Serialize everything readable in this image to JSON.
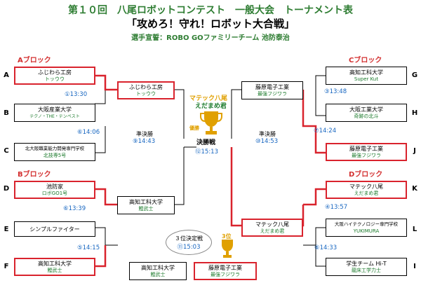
{
  "header": {
    "title": "第１０回　八尾ロボットコンテスト　一般大会　トーナメント表",
    "subtitle": "「攻めろ！守れ！ロボット大合戦」",
    "referee": "選手宣誓：ROBO GOファミリーチーム 池防泰治"
  },
  "blocks": {
    "a": "Aブロック",
    "b": "Bブロック",
    "c": "Cブロック",
    "d": "Dブロック"
  },
  "letters": [
    "A",
    "B",
    "C",
    "D",
    "E",
    "F",
    "G",
    "H",
    "I",
    "J",
    "K",
    "L"
  ],
  "teams": {
    "A": {
      "name": "ふじわら工房",
      "robot": "トッウウ"
    },
    "B": {
      "name": "大阪産業大学",
      "robot": "テクノ・THE・テンペスト"
    },
    "C": {
      "name": "北大阪職業能力開発専門学校",
      "robot": "北技専5号"
    },
    "D": {
      "name": "池防家",
      "robot": "ロボGO1号"
    },
    "E": {
      "name": "シンプルファイター",
      "robot": ""
    },
    "F": {
      "name": "高知工科大学",
      "robot": "鰹武士"
    },
    "G": {
      "name": "高知工科大学",
      "robot": "Super Kut"
    },
    "H": {
      "name": "大阪工業大学",
      "robot": "奇跡の北斗"
    },
    "I": {
      "name": "藤原電子工業",
      "robot": "最強フジワラ"
    },
    "K": {
      "name": "マテック八尾",
      "robot": "えだまめ君"
    },
    "L": {
      "name": "大阪ハイテクノロジー専門学校",
      "robot": "YUKIMURA"
    },
    "J": {
      "name": "学生チーム Hi-T",
      "robot": "龍床工学力士"
    }
  },
  "matches": {
    "m1": "①13:30",
    "m2": "⑥14:06",
    "m3": "⑥13:39",
    "m4": "⑤14:15",
    "m5": "③13:48",
    "m6": "⑦14:24",
    "m7": "④13:57",
    "m8": "⑥14:33",
    "semi_left": "⑨14:43",
    "semi_right": "⑩14:53",
    "final": "⑫15:13",
    "third": "⑪15:03"
  },
  "winners": {
    "a_block": {
      "name": "ふじわら工房",
      "robot": "トッウウ"
    },
    "b_block": {
      "name": "高知工科大学",
      "robot": "鰹武士"
    },
    "c_block": {
      "name": "藤原電子工業",
      "robot": "最強フジワラ"
    },
    "d_block": {
      "name": "マテック八尾",
      "robot": "えだまめ君"
    }
  },
  "labels": {
    "semifinal": "準決勝",
    "final": "決勝戦",
    "champion_team": "マテック八尾",
    "champion_robot": "えだまめ君",
    "winner": "優勝",
    "third_place_title": "３位決定戦",
    "third_place": "3位"
  },
  "third_place_match": {
    "left": {
      "name": "高知工科大学",
      "robot": "鰹武士"
    },
    "right": {
      "name": "藤原電子工業",
      "robot": "最強フジワラ"
    }
  },
  "colors": {
    "win": "#d9232d",
    "green": "#1b7a2b",
    "blue": "#1565c0",
    "gold": "#e0a000"
  }
}
